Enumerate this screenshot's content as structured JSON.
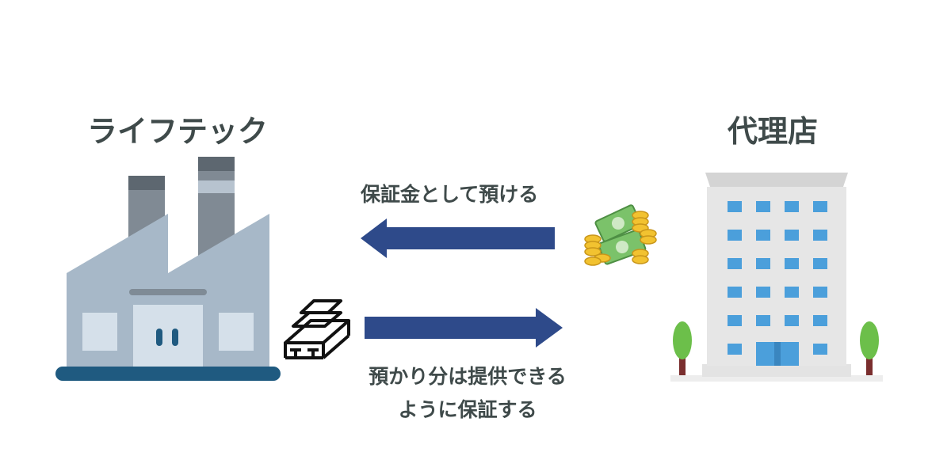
{
  "factory": {
    "title": "ライフテック"
  },
  "agency": {
    "title": "代理店"
  },
  "flows": {
    "to_factory": {
      "label": "保証金として預ける"
    },
    "to_agency": {
      "label_line1": "預かり分は提供できる",
      "label_line2": "ように保証する"
    }
  },
  "colors": {
    "arrow": "#2e4a8a",
    "text": "#3f4a4a",
    "factory_body": "#a7b8c8",
    "factory_base": "#1f5a80",
    "building": "#e6e6e6",
    "window": "#4b9fdb",
    "tree": "#6cbf4a",
    "cash": "#7bc26a",
    "coin": "#f2c230"
  },
  "icons": [
    "factory-icon",
    "office-building-icon",
    "money-icon",
    "gold-bars-icon",
    "left-arrow-icon",
    "right-arrow-icon"
  ]
}
